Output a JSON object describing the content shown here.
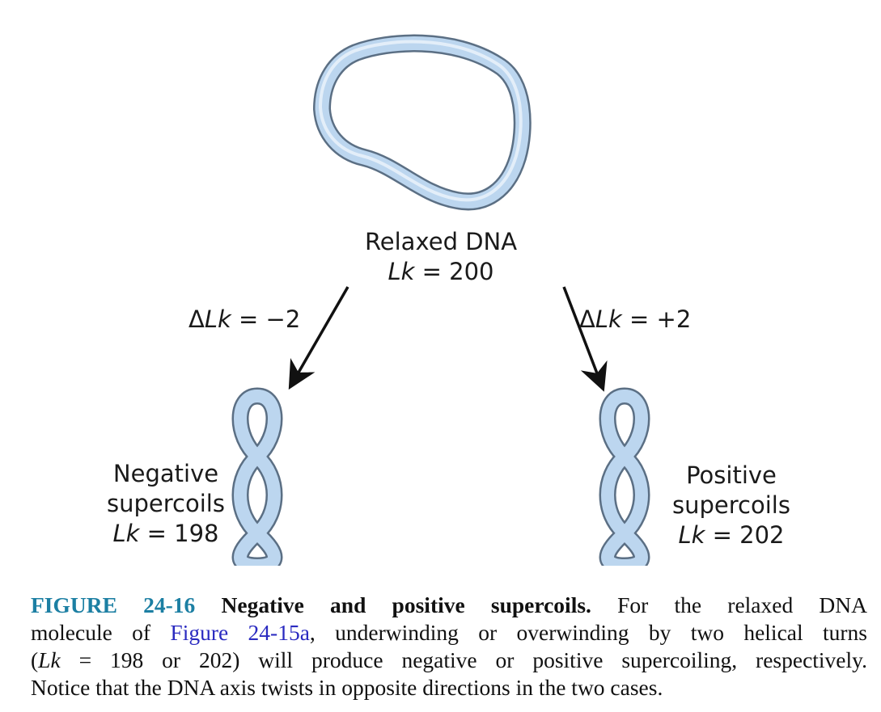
{
  "figure": {
    "relaxed": {
      "name": "Relaxed DNA",
      "lk_symbol": "Lk",
      "lk_eq": " = 200"
    },
    "left_arrow": {
      "delta": "Δ",
      "lk_symbol": "Lk",
      "value": " = −2"
    },
    "right_arrow": {
      "delta": "Δ",
      "lk_symbol": "Lk",
      "value": " = +2"
    },
    "negative": {
      "line1": "Negative",
      "line2": "supercoils",
      "lk_symbol": "Lk",
      "lk_eq": " = 198"
    },
    "positive": {
      "line1": "Positive",
      "line2": "supercoils",
      "lk_symbol": "Lk",
      "lk_eq": " = 202"
    },
    "colors": {
      "dna_fill": "#bcd6ef",
      "dna_edge": "#5b6f84",
      "arrow": "#111111"
    }
  },
  "caption": {
    "number": "FIGURE 24-16",
    "title": "Negative and positive supercoils.",
    "part1": " For the relaxed DNA",
    "line2a": "molecule of ",
    "link": "Figure 24-15a",
    "line2b": ", underwinding or overwinding by two helical turns",
    "line3a": "(",
    "lk_italic": "Lk",
    "line3b": " = 198 or 202) will produce negative or positive supercoiling, respectively.",
    "line4": "Notice that the DNA axis twists in opposite directions in the two cases."
  }
}
